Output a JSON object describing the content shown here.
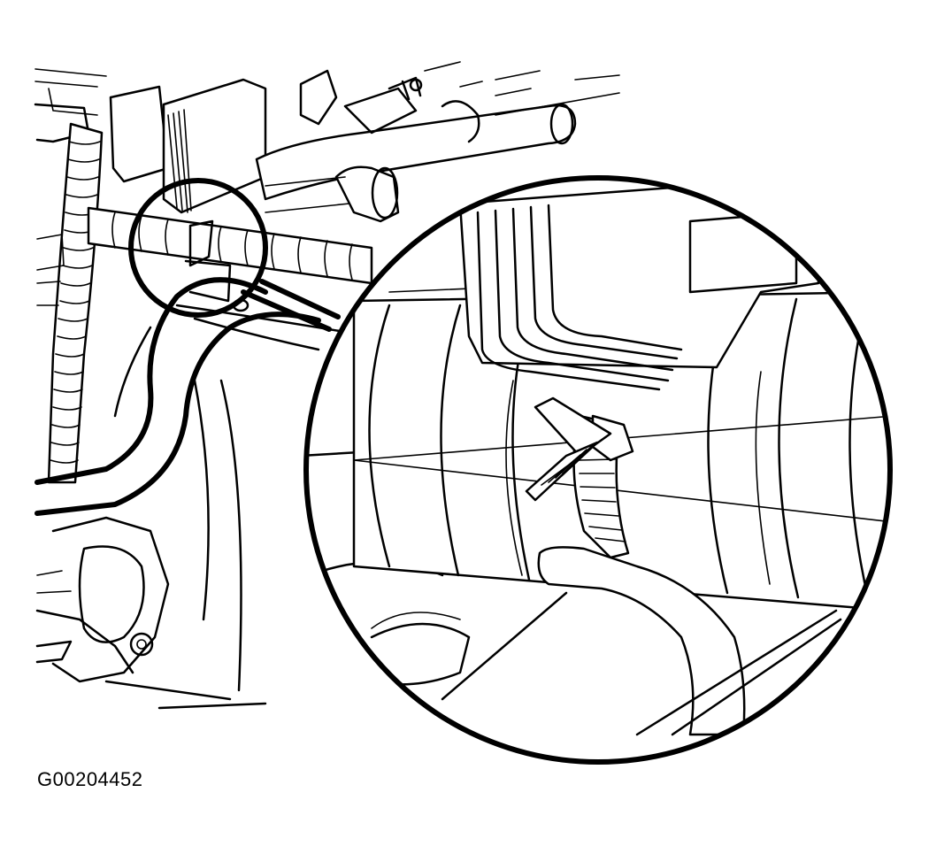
{
  "figure_id": "G00204452",
  "colors": {
    "line": "#000000",
    "background": "#ffffff"
  },
  "parts": {
    "wiring_harness": "wiring-harness",
    "harness_clip": "harness-clip",
    "cable_tie": "cable-tie",
    "detail_callout": "detail-magnifier"
  }
}
